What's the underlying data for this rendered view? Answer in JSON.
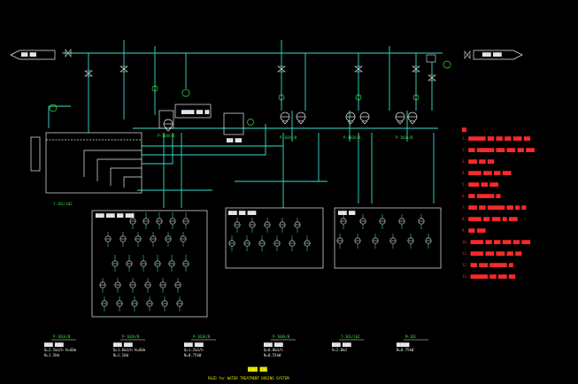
{
  "drawing": {
    "title": "████ ███",
    "subtitle": "P&ID for WATER TREATMENT DOSING SYSTEM",
    "colors": {
      "background": "#000000",
      "process_line": "#35e0d0",
      "equipment": "#e8e8e8",
      "tag": "#34e334",
      "note": "#ff2a2a",
      "title": "#e8e800"
    }
  },
  "inlet": {
    "label": "███ ███"
  },
  "outlet": {
    "label": "████ ████"
  },
  "tank": {
    "tag": "T-101/102"
  },
  "pumps": [
    {
      "tag": "P-101A/B"
    },
    {
      "tag": "P-102A/B"
    },
    {
      "tag": "P-103A/B"
    },
    {
      "tag": "P-104A/B"
    }
  ],
  "equipment_labels": [
    "██████ ███ ██",
    "███ ███"
  ],
  "instrument_panels": [
    {
      "title": "████ ████ ███ ████"
    },
    {
      "title": "████ ███ ████"
    },
    {
      "title": "████ ███"
    }
  ],
  "notes": {
    "heading": "██:",
    "lines": [
      "1. ████████ ███ ███ ███ ████ ███",
      "2. ███ ████████ ████ ████ ███ ████",
      "3. ████ ███ ███",
      "4. ██████ ████ ███ ████",
      "5. █████ ███ ████",
      "6. ███ ████████ ██",
      "7. ████ ███ ████████ ███ ██ ██",
      "8. ██████ ███ ████ ██ ████",
      "9. ███ ████",
      "10. ██████ ███ ███ ████ ███ ████",
      "11. ██████ ████ ████ ███ ███",
      "12. ███ ████ ████████ ██",
      "13. ████████ ███ ████ ███"
    ]
  },
  "legend": [
    {
      "tag": "P-101A/B",
      "lines": [
        "████ ████",
        "Q=2.5m3/h H=60m",
        "N=1.5kW"
      ]
    },
    {
      "tag": "P-102A/B",
      "lines": [
        "████ ████",
        "Q=1.6m3/h H=60m",
        "N=1.1kW"
      ]
    },
    {
      "tag": "P-103A/B",
      "lines": [
        "████ ████",
        "Q=1.2m3/h",
        "N=0.75kW"
      ]
    },
    {
      "tag": "P-104A/B",
      "lines": [
        "████ ████",
        "Q=0.8m3/h",
        "N=0.55kW"
      ]
    },
    {
      "tag": "T-101/102",
      "lines": [
        "████ ████",
        "V=2.0m3"
      ]
    },
    {
      "tag": "M-101",
      "lines": [
        "██████",
        "N=0.75kW"
      ]
    }
  ]
}
